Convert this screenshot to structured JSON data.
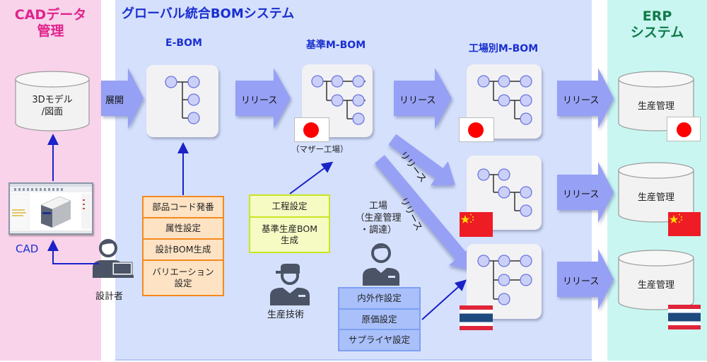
{
  "panels": {
    "cad": {
      "title_line1": "CADデータ",
      "title_line2": "管理",
      "color": "#e0238c",
      "bg": "#f8d3ea"
    },
    "bom": {
      "title": "グローバル統合BOMシステム",
      "color": "#1a2fd0",
      "bg": "#d5e0fc"
    },
    "erp": {
      "title_line1": "ERP",
      "title_line2": "システム",
      "color": "#117a4b",
      "bg": "#c9f6f1"
    }
  },
  "cad": {
    "db_line1": "3Dモデル",
    "db_line2": "/図面",
    "cad_label": "CAD",
    "designer_label": "設計者",
    "icons": [
      "database-cylinder",
      "cad-screenshot",
      "person-laptop-icon"
    ]
  },
  "columns": {
    "ebom": "E-BOM",
    "base_mbom": "基準M-BOM",
    "factory_mbom": "工場別M-BOM"
  },
  "arrows": {
    "expand": "展開",
    "release": "リリース"
  },
  "mother_factory_label": "（マザー工場）",
  "ebom_tasks": [
    "部品コード発番",
    "属性設定",
    "設計BOM生成",
    "バリエーション\n設定"
  ],
  "process_tasks": [
    "工程設定",
    "基準生産BOM\n生成"
  ],
  "production_engineering_label": "生産技術",
  "factory": {
    "label_line1": "工場",
    "label_line2": "（生産管理",
    "label_line3": "・調達）",
    "tasks": [
      "内外作設定",
      "原価設定",
      "サプライヤ設定"
    ]
  },
  "factories": [
    {
      "country": "Japan",
      "flag": "flag-jp"
    },
    {
      "country": "China",
      "flag": "flag-cn"
    },
    {
      "country": "Thailand",
      "flag": "flag-th"
    }
  ],
  "erp_db_label": "生産管理",
  "colors": {
    "arrow": "#96a0f4",
    "node": "#cbd0f8",
    "node_stroke": "#6b74e0",
    "link": "#1a22c8",
    "ebom_box": "#f4891f",
    "process_box": "#c7e623",
    "factory_box": "#7ea0f2",
    "person": "#4b5466"
  }
}
